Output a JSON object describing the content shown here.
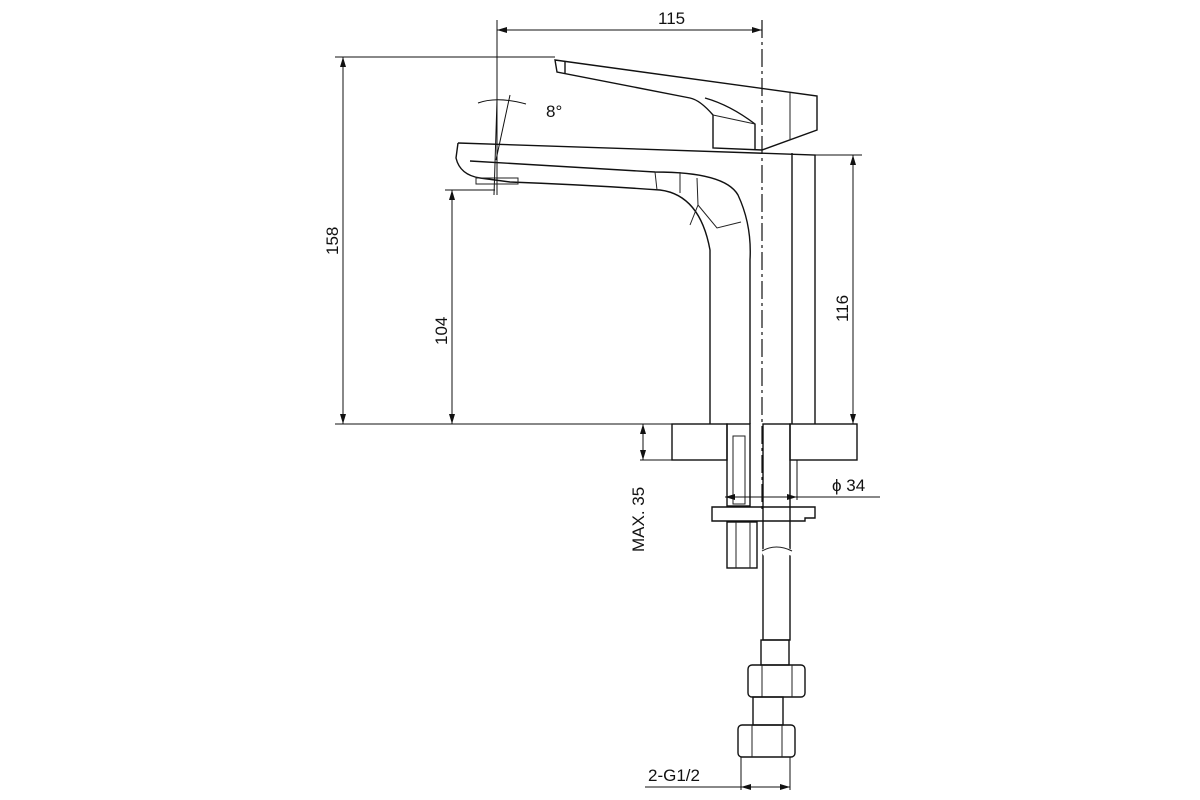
{
  "drawing": {
    "title": "Basin mixer dimensional drawing",
    "dimensions": {
      "width_top": "115",
      "total_height": "158",
      "spout_height": "104",
      "body_height": "116",
      "max_deck_thickness": "MAX. 35",
      "base_diameter": "ϕ 34",
      "connection": "2-G1/2",
      "lever_angle": "8°"
    },
    "line_color": "#111111"
  }
}
